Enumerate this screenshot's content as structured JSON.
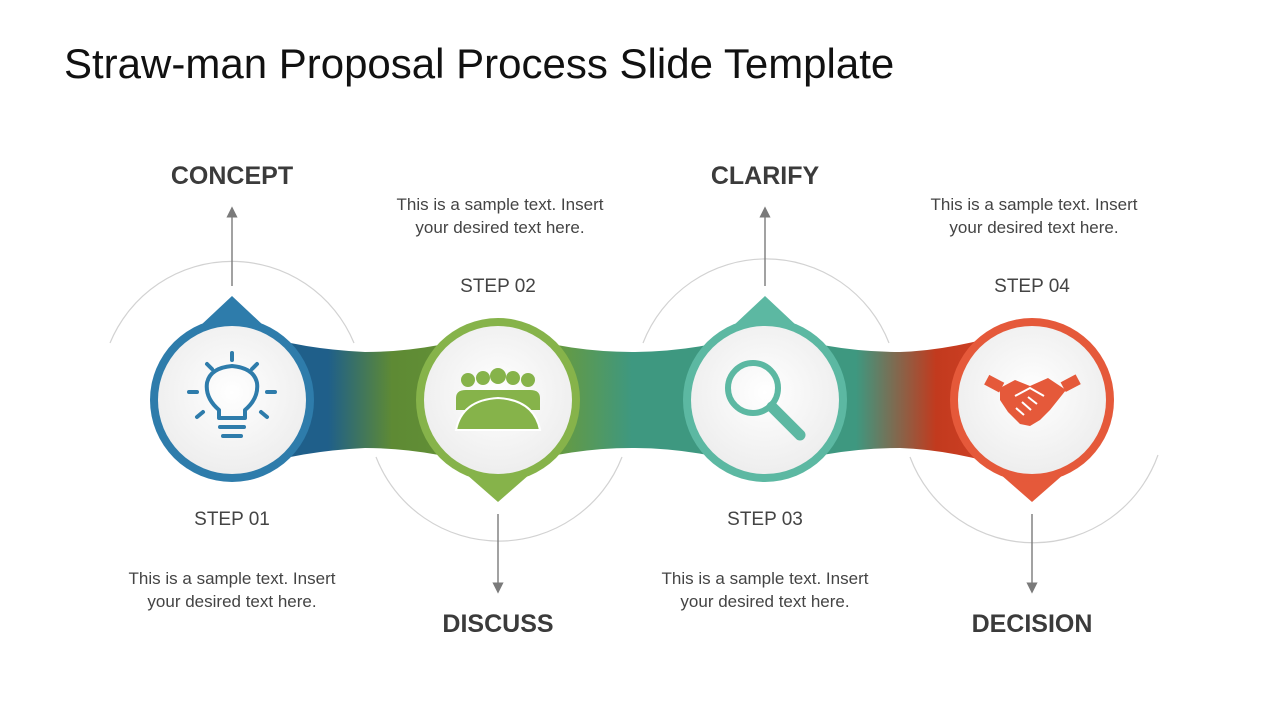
{
  "slide": {
    "title": "Straw-man Proposal Process Slide Template"
  },
  "steps": [
    {
      "phase": "CONCEPT",
      "step": "STEP 01",
      "desc_line1": "This is a sample text. Insert",
      "desc_line2": "your desired text here.",
      "icon": "lightbulb-icon",
      "color": "#2E7CAB"
    },
    {
      "phase": "DISCUSS",
      "step": "STEP 02",
      "desc_line1": "This is a sample text. Insert",
      "desc_line2": "your desired text here.",
      "icon": "people-meeting-icon",
      "color": "#86B34A"
    },
    {
      "phase": "CLARIFY",
      "step": "STEP 03",
      "desc_line1": "This is a sample text. Insert",
      "desc_line2": "your desired text here.",
      "icon": "magnifier-icon",
      "color": "#5CB8A2"
    },
    {
      "phase": "DECISION",
      "step": "STEP 04",
      "desc_line1": "This is a sample text. Insert",
      "desc_line2": "your desired text here.",
      "icon": "handshake-icon",
      "color": "#E5593A"
    }
  ]
}
